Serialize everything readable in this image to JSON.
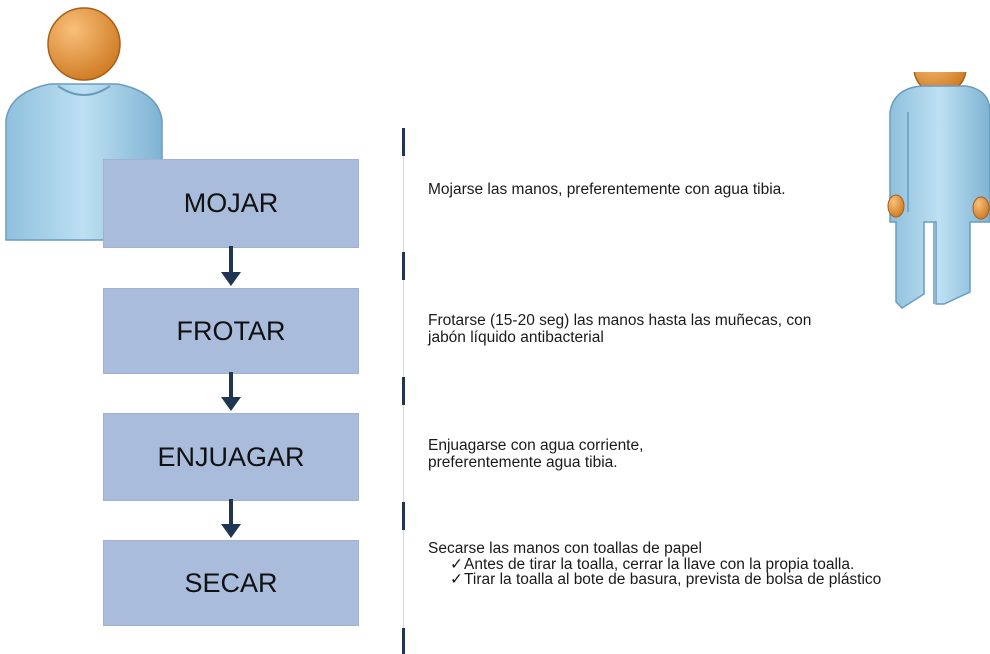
{
  "steps": [
    {
      "label": "MOJAR",
      "description": "Mojarse las manos, preferentemente con agua tibia."
    },
    {
      "label": "FROTAR",
      "description": "Frotarse (15-20 seg) las manos hasta las muñecas, con jabón líquido antibacterial"
    },
    {
      "label": "ENJUAGAR",
      "description": "Enjuagarse con agua corriente, preferentemente agua tibia."
    },
    {
      "label": "SECAR",
      "description": "Secarse las manos con toallas de papel",
      "bullets": [
        "Antes de tirar la toalla, cerrar la llave con la propia toalla.",
        "Tirar la toalla al bote de basura, prevista de bolsa de plástico"
      ]
    }
  ],
  "icons": {
    "left_figure": "person-bust-icon",
    "right_figure": "person-standing-icon",
    "arrow": "arrow-down-icon",
    "bullet": "check-icon"
  },
  "colors": {
    "box_fill": "#a9bcdb",
    "arrow": "#1f3552",
    "skin": "#e59a45",
    "body": "#aad4ea"
  }
}
